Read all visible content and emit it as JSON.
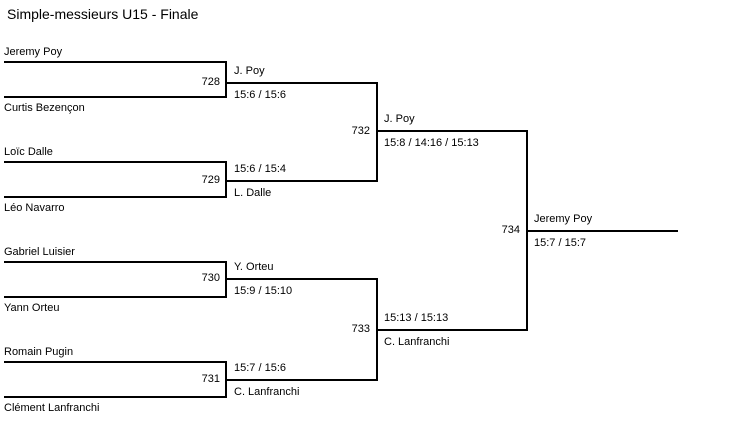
{
  "title": "Simple-messieurs U15 - Finale",
  "bracket": {
    "round1": [
      {
        "match_no": "728",
        "player_top": "Jeremy Poy",
        "player_bottom": "Curtis Bezençon",
        "winner": "J. Poy",
        "score": "15:6 / 15:6"
      },
      {
        "match_no": "729",
        "player_top": "Loïc Dalle",
        "player_bottom": "Léo Navarro",
        "winner": "L. Dalle",
        "score": "15:6 / 15:4"
      },
      {
        "match_no": "730",
        "player_top": "Gabriel Luisier",
        "player_bottom": "Yann Orteu",
        "winner": "Y. Orteu",
        "score": "15:9 / 15:10"
      },
      {
        "match_no": "731",
        "player_top": "Romain Pugin",
        "player_bottom": "Clément Lanfranchi",
        "winner": "C. Lanfranchi",
        "score": "15:7 / 15:6"
      }
    ],
    "semifinals": [
      {
        "match_no": "732",
        "winner": "J. Poy",
        "score": "15:8 / 14:16 / 15:13"
      },
      {
        "match_no": "733",
        "winner": "C. Lanfranchi",
        "score": "15:13 / 15:13"
      }
    ],
    "final": {
      "match_no": "734",
      "winner": "Jeremy Poy",
      "score": "15:7 / 15:7"
    }
  }
}
